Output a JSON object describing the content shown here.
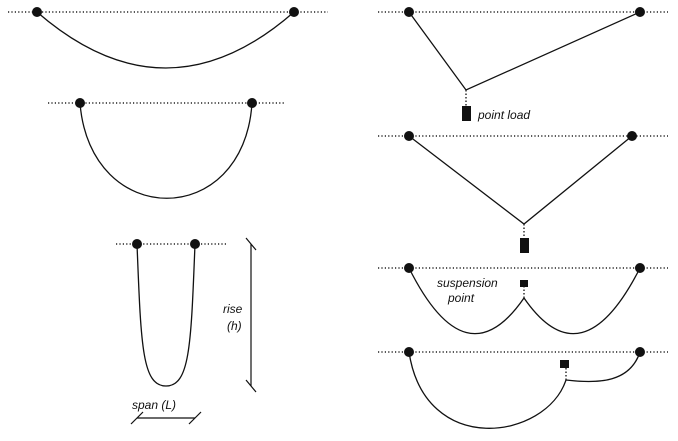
{
  "labels": {
    "point_load": "point load",
    "suspension_1": "suspension",
    "suspension_2": "point",
    "rise_1": "rise",
    "rise_2": "(h)",
    "span": "span (L)"
  },
  "colors": {
    "background": "#ffffff",
    "ink": "#111111"
  }
}
